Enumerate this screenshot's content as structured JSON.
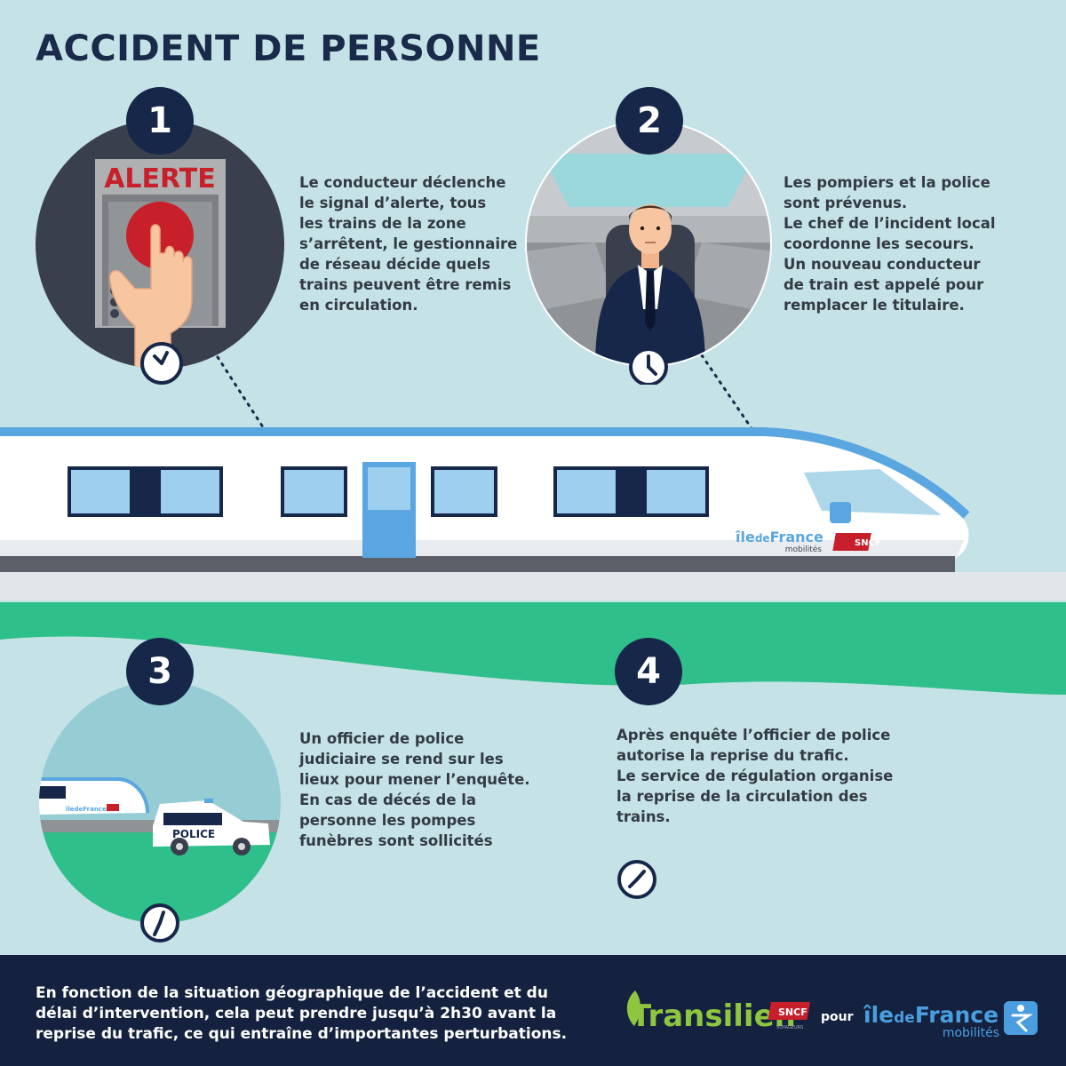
{
  "title": "ACCIDENT DE PERSONNE",
  "steps": [
    {
      "number": "1",
      "text": "Le conducteur déclenche\nle signal d’alerte, tous\nles trains de la zone\ns’arrêtent, le gestionnaire\nde réseau décide quels\ntrains peuvent être remis\nen circulation.",
      "illustration_label": "ALERTE"
    },
    {
      "number": "2",
      "text": "Les pompiers et la police\nsont prévenus.\nLe chef de l’incident local\ncoordonne les secours.\nUn nouveau conducteur\nde train est appelé pour\nremplacer le titulaire."
    },
    {
      "number": "3",
      "text": "Un officier de police\njudiciaire se rend sur les\nlieux pour mener l’enquête.\nEn cas de décés de la\npersonne les pompes\nfunèbres sont sollicités",
      "illustration_label": "POLICE"
    },
    {
      "number": "4",
      "text": "Après enquête l’officier de police\nautorise la reprise du trafic.\nLe service de régulation organise\nla reprise de la circulation des\ntrains."
    }
  ],
  "train": {
    "brand_ile": "île",
    "brand_de": "de",
    "brand_france": "France",
    "brand_mobilites": "mobilités",
    "operator": "SNCF"
  },
  "footer": {
    "text": "En fonction de la situation géographique de l’accident et du\ndélai d’intervention, cela peut prendre jusqu’à 2h30 avant la\nreprise du trafic, ce qui entraîne d’importantes perturbations.",
    "transilien": "Transilien",
    "sncf": "SNCF",
    "voyageurs": "VOYAGEURS",
    "pour": "pour",
    "idf_ile": "île",
    "idf_de": "de",
    "idf_france": "France",
    "idf_mobilites": "mobilités"
  },
  "colors": {
    "navy": "#16274a",
    "background": "#c5e3e6",
    "green": "#2fbf8a",
    "train_blue": "#5aa6e0",
    "alert_red": "#c8202b"
  }
}
